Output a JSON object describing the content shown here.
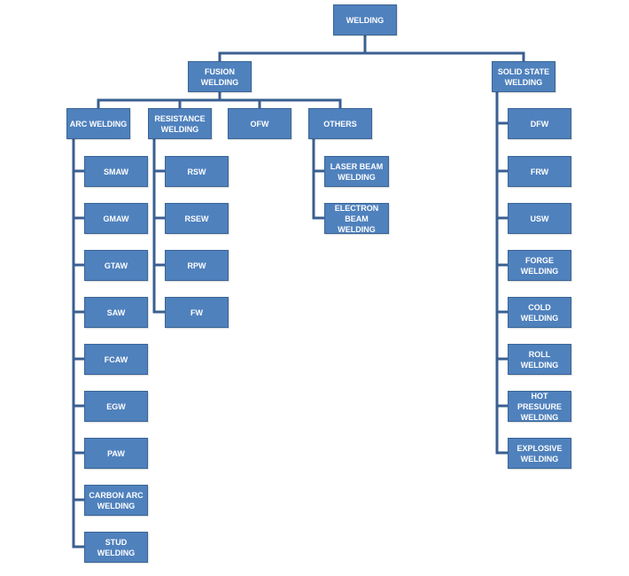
{
  "colors": {
    "node_fill": "#4f81bd",
    "node_border": "#3a6595",
    "connector": "#3a5f91",
    "text": "#ffffff"
  },
  "root": {
    "label": "WELDING"
  },
  "fusion": {
    "label": "FUSION\nWELDING",
    "arc": {
      "label": "ARC WELDING",
      "children": [
        "SMAW",
        "GMAW",
        "GTAW",
        "SAW",
        "FCAW",
        "EGW",
        "PAW",
        "CARBON ARC\nWELDING",
        "STUD WELDING"
      ]
    },
    "resistance": {
      "label": "RESISTANCE\nWELDING",
      "children": [
        "RSW",
        "RSEW",
        "RPW",
        "FW"
      ]
    },
    "ofw": {
      "label": "OFW"
    },
    "others": {
      "label": "OTHERS",
      "children": [
        "LASER BEAM\nWELDING",
        "ELECTRON\nBEAM WELDING"
      ]
    }
  },
  "solid_state": {
    "label": "SOLID STATE\nWELDING",
    "children": [
      "DFW",
      "FRW",
      "USW",
      "FORGE\nWELDING",
      "COLD WELDING",
      "ROLL WELDING",
      "HOT PRESUURE\nWELDING",
      "EXPLOSIVE\nWELDING"
    ]
  }
}
